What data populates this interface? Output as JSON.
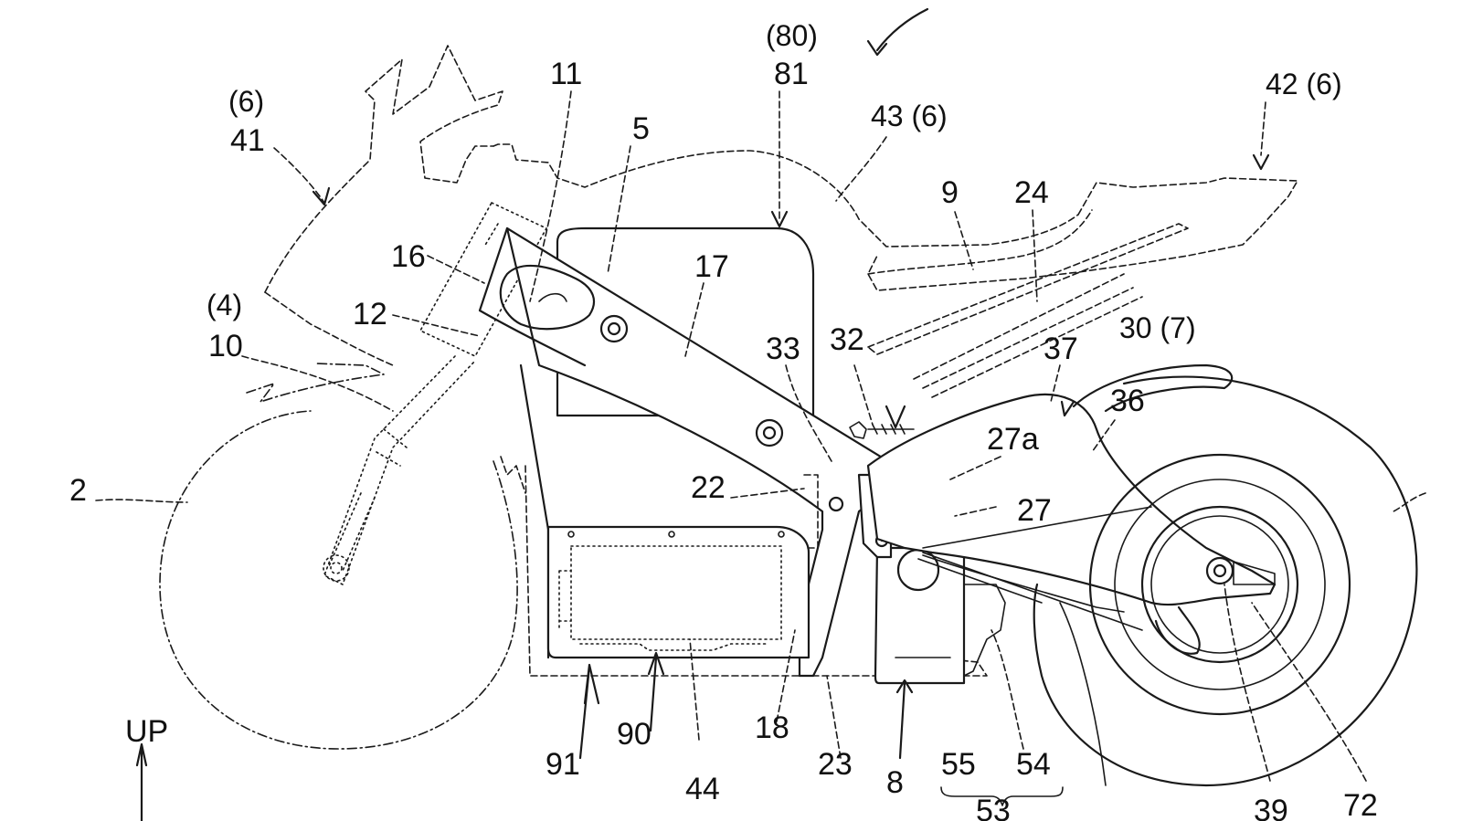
{
  "labels": {
    "l80": "(80)",
    "l81": "81",
    "l11": "11",
    "l5": "5",
    "l6a": "(6)",
    "l41": "41",
    "l43": "43 (6)",
    "l42": "42 (6)",
    "l9": "9",
    "l24": "24",
    "l16": "16",
    "l17": "17",
    "l4": "(4)",
    "l10": "10",
    "l12": "12",
    "l33": "33",
    "l32": "32",
    "l37": "37",
    "l30": "30 (7)",
    "l36": "36",
    "l27a": "27a",
    "l27": "27",
    "l2": "2",
    "l22": "22",
    "l91": "91",
    "l90": "90",
    "l44": "44",
    "l18": "18",
    "l23": "23",
    "l8": "8",
    "l55": "55",
    "l54": "54",
    "l53": "53",
    "l39": "39",
    "l72": "72",
    "up": "UP"
  }
}
